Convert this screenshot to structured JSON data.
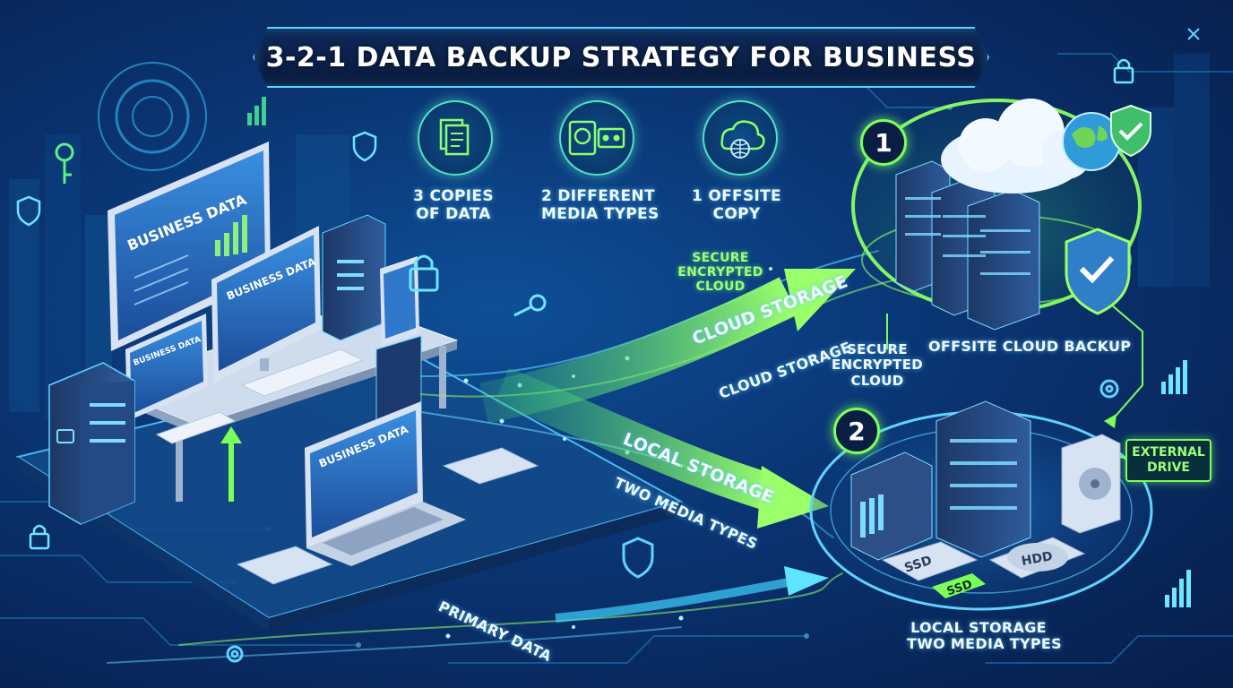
{
  "title": "3-2-1 DATA BACKUP STRATEGY FOR BUSINESS",
  "features": [
    {
      "icon": "documents-icon",
      "line1": "3 COPIES",
      "line2": "OF DATA"
    },
    {
      "icon": "hard-drive-tape-icon",
      "line1": "2 DIFFERENT",
      "line2": "MEDIA TYPES"
    },
    {
      "icon": "cloud-globe-icon",
      "line1": "1 OFFSITE",
      "line2": "COPY"
    }
  ],
  "screens": {
    "big_monitor": "BUSINESS DATA",
    "mid_monitor": "BUSINESS DATA",
    "small_monitor": "BUSINESS DATA",
    "laptop": "BUSINESS DATA"
  },
  "badges": {
    "offsite": "1",
    "local": "2"
  },
  "flows": {
    "secure_top": [
      "SECURE",
      "ENCRYPTED",
      "CLOUD"
    ],
    "cloud_arrow": "CLOUD STORAGE",
    "cloud_sub": "CLOUD STORAGE",
    "secure_mid": [
      "SECURE",
      "ENCRYPTED",
      "CLOUD"
    ],
    "local_arrow": "LOCAL STORAGE",
    "local_sub": "TWO MEDIA TYPES",
    "primary": "PRIMARY DATA"
  },
  "destinations": {
    "offsite_label": "OFFSITE CLOUD BACKUP",
    "local_label": [
      "LOCAL STORAGE",
      "TWO MEDIA TYPES"
    ],
    "external_drive": [
      "EXTERNAL",
      "DRIVE"
    ],
    "ssd_disk": "SSD",
    "ssd_tag": "SSD",
    "hdd": "HDD"
  },
  "colors": {
    "accent_green": "#7dff5a",
    "accent_cyan": "#5fd4ff",
    "background": "#0a3472"
  }
}
